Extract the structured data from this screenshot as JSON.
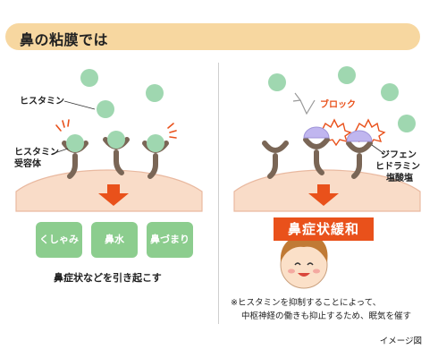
{
  "title": "鼻の粘膜では",
  "left_panel": {
    "histamine_label": "ヒスタミン",
    "receptor_label_line1": "ヒスタミン",
    "receptor_label_line2": "受容体",
    "symptoms": [
      "くしゃみ",
      "鼻水",
      "鼻づまり"
    ],
    "caption": "鼻症状などを引き起こす"
  },
  "right_panel": {
    "block_label": "ブロック",
    "drug_label_line1": "ジフェン",
    "drug_label_line2": "ヒドラミン",
    "drug_label_line3": "塩酸塩",
    "result_label": "鼻症状緩和",
    "note_line1": "※ヒスタミンを抑制することによって、",
    "note_line2": "中枢神経の働きも抑止するため、眠気を催す"
  },
  "credit": "イメージ図",
  "colors": {
    "title_bar": "#f7d7a0",
    "histamine": "#9fd7b0",
    "symptom_box": "#8ccd8e",
    "arrow": "#e9511b",
    "drug": "#c0b6ef",
    "receptor": "#7a6656",
    "skin": "#f9dcc8"
  }
}
